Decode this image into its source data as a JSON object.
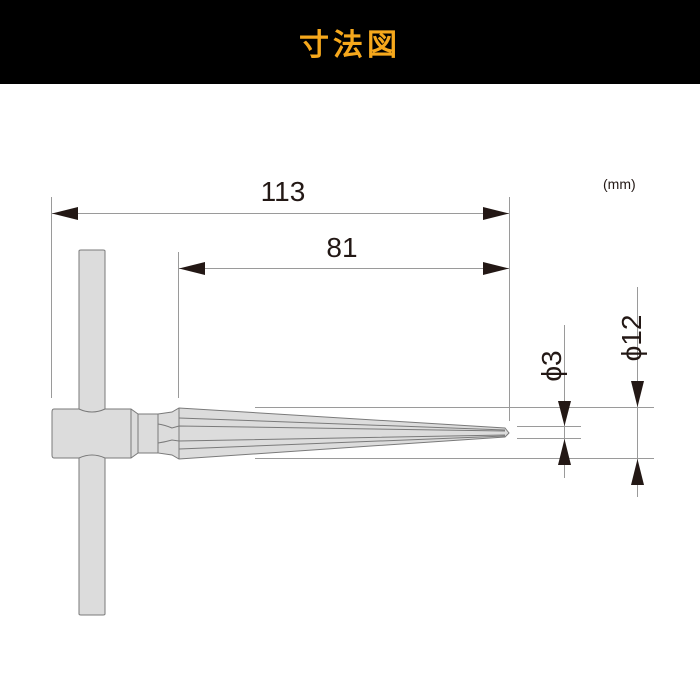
{
  "header": {
    "title": "寸法図",
    "background": "#000000",
    "title_color": "#f6a81c"
  },
  "drawing": {
    "unit_label": "(mm)",
    "subject": "T-handle taper reamer",
    "dimensions": {
      "overall_length": {
        "label": "113",
        "value": 113,
        "orientation": "horizontal"
      },
      "blade_length": {
        "label": "81",
        "value": 81,
        "orientation": "horizontal"
      },
      "tip_diameter": {
        "label": "ϕ3",
        "value": 3,
        "orientation": "vertical"
      },
      "max_diameter": {
        "label": "ϕ12",
        "value": 12,
        "orientation": "vertical"
      }
    },
    "colors": {
      "part_fill": "#dcdcdc",
      "part_stroke": "#7a7a7a",
      "dim_line": "#9a9a9a",
      "arrow": "#231815",
      "text": "#231815"
    }
  }
}
